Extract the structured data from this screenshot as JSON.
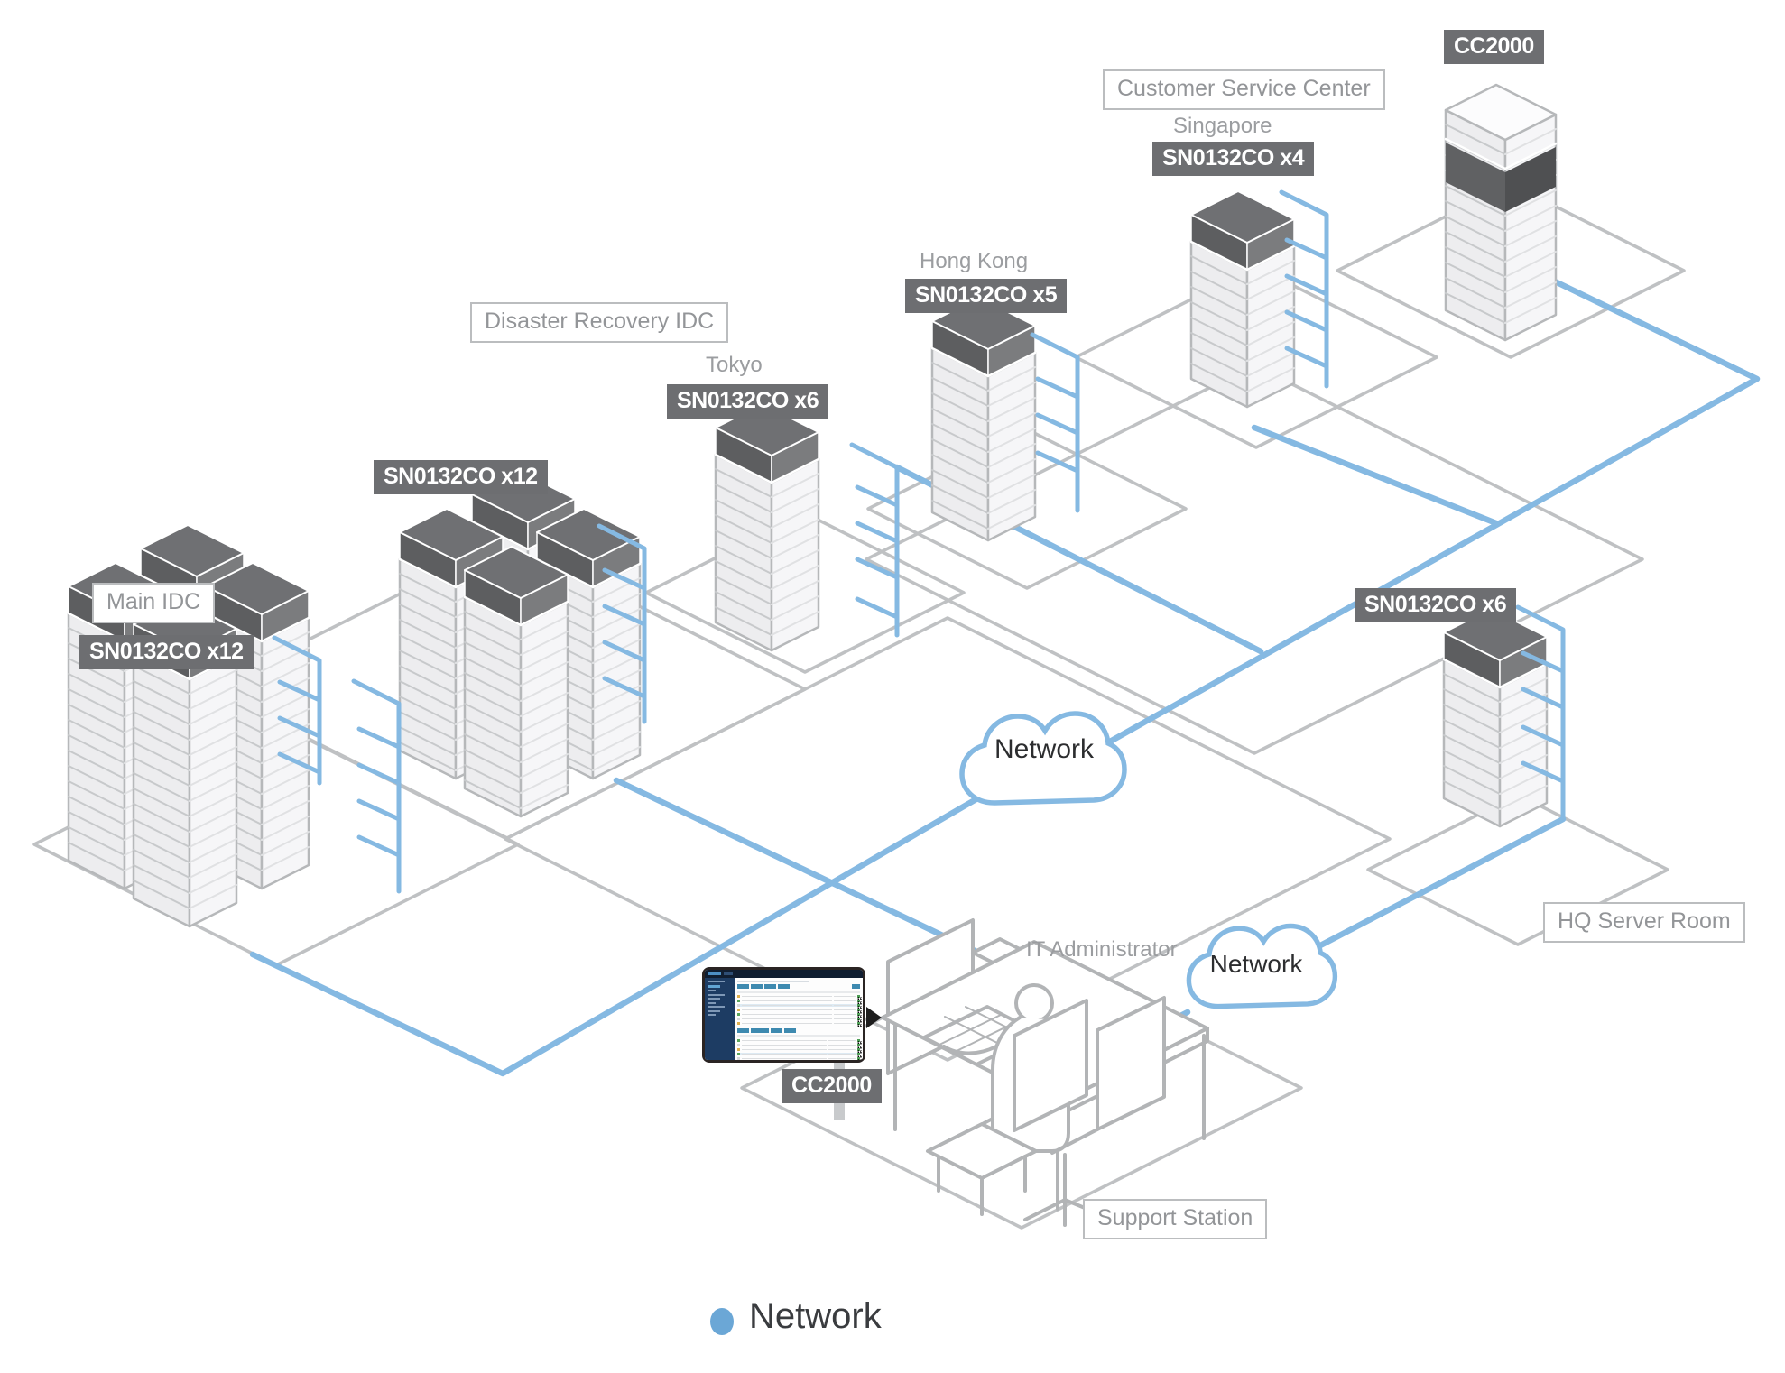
{
  "diagram": {
    "title_legend": {
      "label": "Network",
      "dot_color": "#6ba7d6"
    },
    "colors": {
      "network_blue": "#85b9e2",
      "badge_bg": "#6d6e71",
      "badge_text": "#ffffff",
      "box_label_text": "#939598",
      "location_text": "#9b9da0"
    },
    "nodes": {
      "cc2000_server": {
        "badge": "CC2000"
      },
      "customer_service_center": {
        "label": "Customer Service Center",
        "city": "Singapore",
        "badge": "SN0132CO x4"
      },
      "hong_kong": {
        "city": "Hong Kong",
        "badge": "SN0132CO x5"
      },
      "tokyo": {
        "city": "Tokyo",
        "badge": "SN0132CO x6"
      },
      "disaster_recovery_idc": {
        "label": "Disaster Recovery IDC",
        "badge": "SN0132CO x12"
      },
      "main_idc": {
        "label": "Main IDC",
        "badge": "SN0132CO x12"
      },
      "hq_server_room": {
        "label": "HQ Server Room",
        "badge": "SN0132CO x6"
      },
      "support_station": {
        "label": "Support Station",
        "admin": "IT Administrator",
        "badge": "CC2000"
      },
      "cloud_center": {
        "label": "Network"
      },
      "cloud_right": {
        "label": "Network"
      }
    }
  }
}
